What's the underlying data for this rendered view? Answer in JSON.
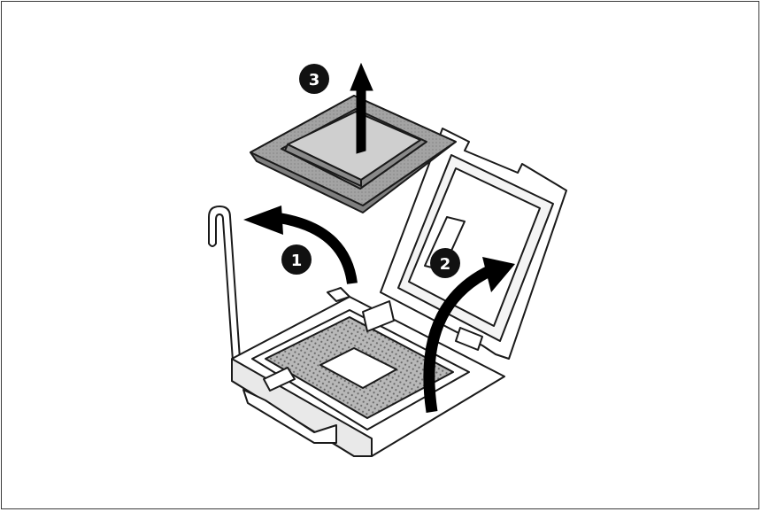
{
  "figure": {
    "steps": [
      {
        "number": "1",
        "action": "lever"
      },
      {
        "number": "2",
        "action": "retention-frame"
      },
      {
        "number": "3",
        "action": "processor"
      }
    ],
    "colors": {
      "stroke": "#1a1a1a",
      "processor_fill": "#9a9a9a",
      "processor_top": "#c9c9c9",
      "socket_pad": "#8e8e8e",
      "badge": "#111111"
    }
  }
}
